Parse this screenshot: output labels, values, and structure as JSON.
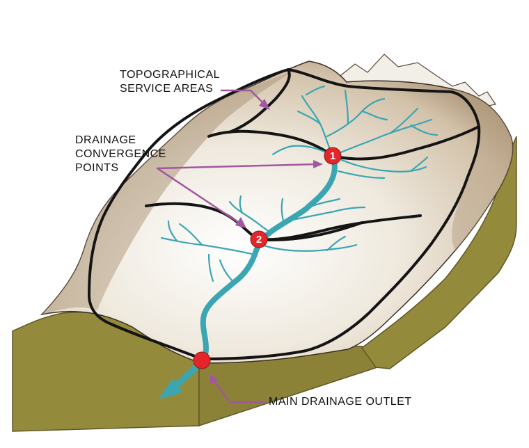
{
  "labels": {
    "service_areas": [
      "TOPOGRAPHICAL",
      "SERVICE AREAS"
    ],
    "convergence": [
      "DRAINAGE",
      "CONVERGENCE",
      "POINTS"
    ],
    "outlet": "MAIN DRAINAGE OUTLET"
  },
  "markers": [
    "1",
    "2"
  ],
  "colors": {
    "terrain_fill": "#ece4d6",
    "terrain_shadow": "#b59f83",
    "ground_side": "#938a3c",
    "ground_edge": "#6e672c",
    "boundary": "#141414",
    "stream": "#3aa6b2",
    "pointer": "#a2569f",
    "convergence_marker": "#e4252a",
    "mountain": "#f2eee8"
  },
  "icons": [
    "outlet-flow-arrow-icon",
    "pointer-arrow-icon"
  ]
}
